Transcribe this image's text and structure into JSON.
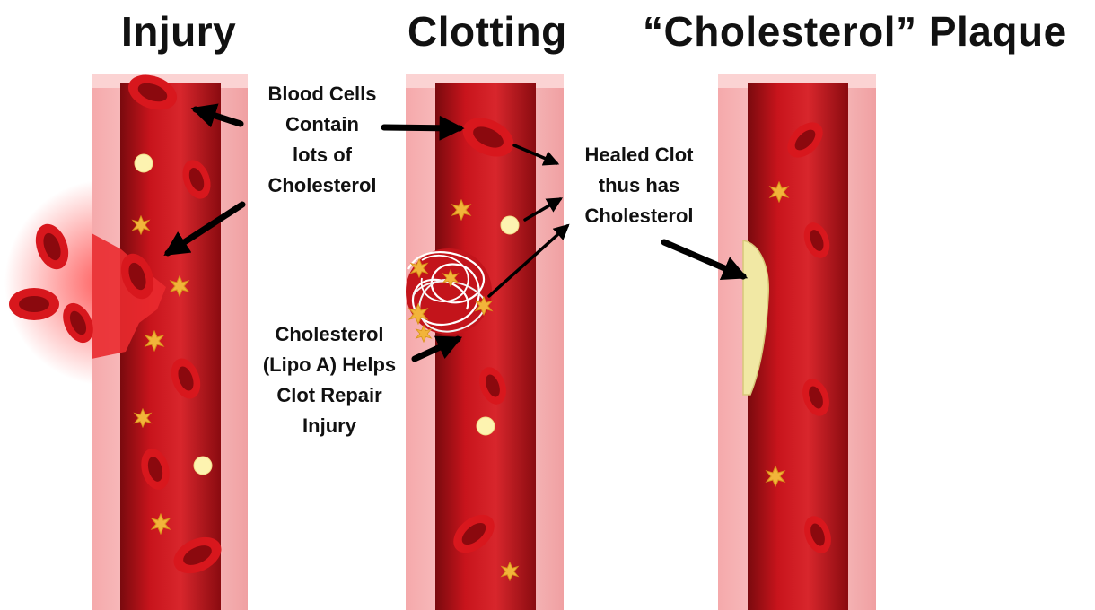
{
  "titles": {
    "injury": "Injury",
    "clotting": "Clotting",
    "plaque": "“Cholesterol” Plaque"
  },
  "labels": {
    "blood_cells": [
      "Blood Cells",
      "Contain",
      "lots of",
      "Cholesterol"
    ],
    "healed_clot": [
      "Healed Clot",
      "thus has",
      "Cholesterol"
    ],
    "lipo_a": [
      "Cholesterol",
      "(Lipo A) Helps",
      "Clot Repair",
      "Injury"
    ]
  },
  "colors": {
    "vessel_wall": "#f7b6b6",
    "blood": "#c8141c",
    "red_cell": "#d3151c",
    "cholesterol": "#fdf3b0",
    "platelet": "#f2b43a",
    "plaque": "#f1e8a4",
    "arrow": "#000000"
  }
}
